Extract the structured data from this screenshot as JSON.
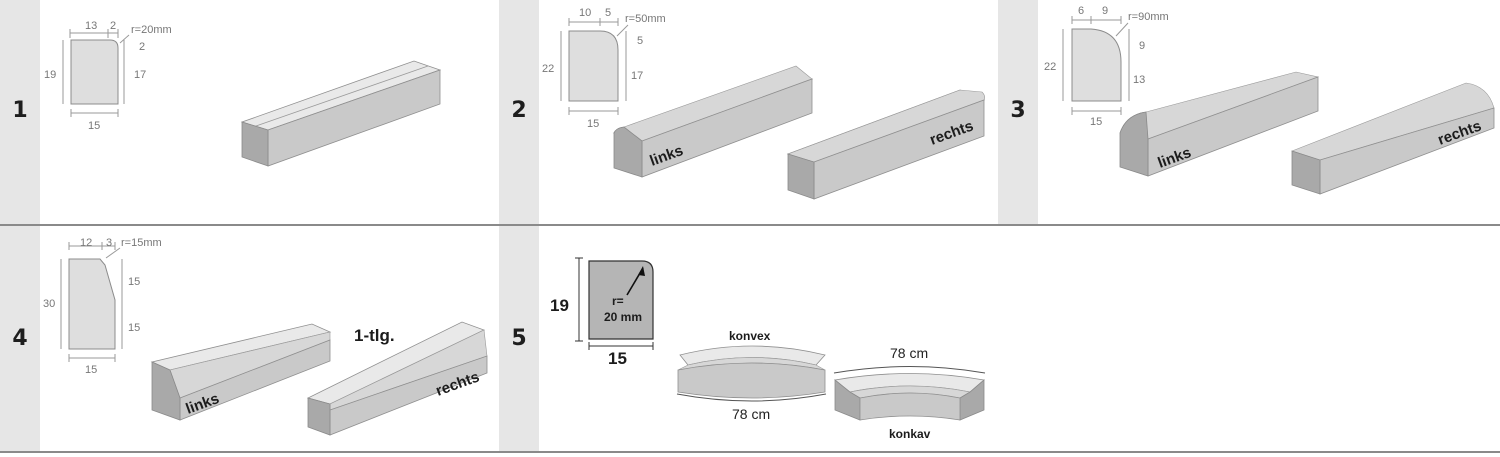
{
  "panels": [
    {
      "number": "1",
      "dims": {
        "top_a": "13",
        "top_b": "2",
        "radius": "r=20mm",
        "right_top": "2",
        "right_main": "17",
        "left": "19",
        "bottom": "15"
      }
    },
    {
      "number": "2",
      "dims": {
        "top_a": "10",
        "top_b": "5",
        "radius": "r=50mm",
        "right_top": "5",
        "right_main": "17",
        "left": "22",
        "bottom": "15"
      },
      "labels": {
        "left_piece": "links",
        "right_piece": "rechts"
      }
    },
    {
      "number": "3",
      "dims": {
        "top_a": "6",
        "top_b": "9",
        "radius": "r=90mm",
        "right_top": "9",
        "right_main": "13",
        "left": "22",
        "bottom": "15"
      },
      "labels": {
        "left_piece": "links",
        "right_piece": "rechts"
      }
    },
    {
      "number": "4",
      "dims": {
        "top_a": "12",
        "top_b": "3",
        "radius": "r=15mm",
        "right_top": "15",
        "right_main": "15",
        "left": "30",
        "bottom": "15"
      },
      "labels": {
        "left_piece": "links",
        "right_piece": "rechts",
        "note": "1-tlg."
      }
    },
    {
      "number": "5",
      "dims": {
        "left": "19",
        "bottom": "15",
        "radius_line1": "r=",
        "radius_line2": "20 mm"
      },
      "labels": {
        "convex": "konvex",
        "concave": "konkav",
        "convex_length": "78 cm",
        "concave_length": "78 cm"
      }
    }
  ],
  "colors": {
    "number_column": "#e6e6e6",
    "divider": "#8a8a8a",
    "stone_top": "#e9e9e9",
    "stone_front": "#c9c9c9",
    "stone_end": "#a9a9a9"
  }
}
